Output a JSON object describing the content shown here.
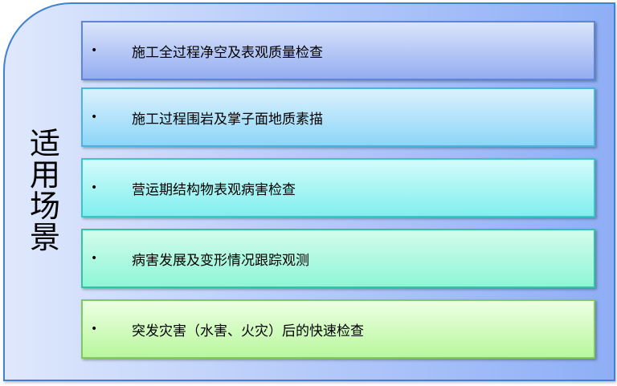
{
  "side_label": [
    "适",
    "用",
    "场",
    "景"
  ],
  "items": [
    {
      "text": "施工全过程净空及表观质量检查",
      "top": "#dbe4fb",
      "bottom": "#93adf0",
      "border": "#5d86d8"
    },
    {
      "text": "施工过程围岩及掌子面地质素描",
      "top": "#dbf1fd",
      "bottom": "#8dd6f8",
      "border": "#48b5e0"
    },
    {
      "text": "营运期结构物表观病害检查",
      "top": "#d4fbfb",
      "bottom": "#80efee",
      "border": "#38c6c6"
    },
    {
      "text": "病害发展及变形情况跟踪观测",
      "top": "#d4fcec",
      "bottom": "#8ef6d6",
      "border": "#2fc59e"
    },
    {
      "text": "突发灾害（水害、火灾）后的快速检查",
      "top": "#edffe4",
      "bottom": "#b8f89c",
      "border": "#7fca5f"
    }
  ],
  "bullet": "•"
}
